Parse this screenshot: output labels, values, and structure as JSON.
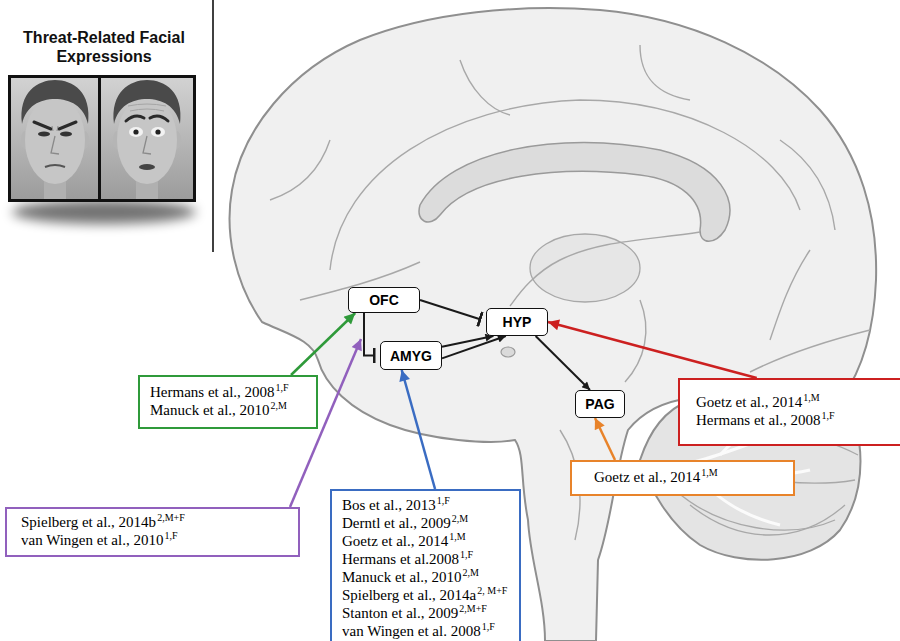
{
  "diagram": {
    "title": "Threat-Related Facial Expressions",
    "nodes": [
      {
        "text": [
          "OFC"
        ]
      },
      {
        "text": [
          "HYP"
        ]
      },
      {
        "text": [
          "AMYG"
        ]
      },
      {
        "text": [
          "PAG"
        ]
      },
      {
        "text": [
          "Hermans et al., 2008",
          "1,F",
          "Manuck et al., 2010",
          "2,M"
        ]
      },
      {
        "text": [
          "Goetz et al., 2014",
          "1,M",
          "Hermans et al., 2008",
          "1,F"
        ]
      },
      {
        "text": [
          "Goetz et al., 2014",
          "1,M"
        ]
      },
      {
        "text": [
          "Spielberg et al., 2014b",
          "2,M+F",
          "van Wingen et al., 2010",
          "1,F"
        ]
      },
      {
        "text": [
          "Bos et al., 2013",
          "1,F",
          "Derntl et al., 2009",
          "2,M",
          "Goetz et al., 2014",
          "1,M",
          "Hermans et al.2008",
          "1,F",
          "Manuck et al., 2010",
          "2,M",
          "Spielberg et al., 2014a",
          "2, M+F",
          "Stanton et al., 2009",
          "2,M+F",
          "van Wingen et al. 2008",
          "1,F"
        ]
      }
    ],
    "edges": [
      {
        "from": 0,
        "to": 1,
        "arrow": "to"
      },
      {
        "from": 0,
        "to": 2,
        "arrow": "to"
      },
      {
        "from": 2,
        "to": 1,
        "arrow": "to"
      },
      {
        "from": 2,
        "to": 1,
        "arrow": "to"
      },
      {
        "from": 1,
        "to": 3,
        "arrow": "to"
      },
      {
        "from": 4,
        "to": 0,
        "arrow": "to"
      },
      {
        "from": 5,
        "to": 1,
        "arrow": "to"
      },
      {
        "from": 6,
        "to": 3,
        "arrow": "to"
      },
      {
        "from": 8,
        "to": 2,
        "arrow": "to"
      }
    ]
  }
}
